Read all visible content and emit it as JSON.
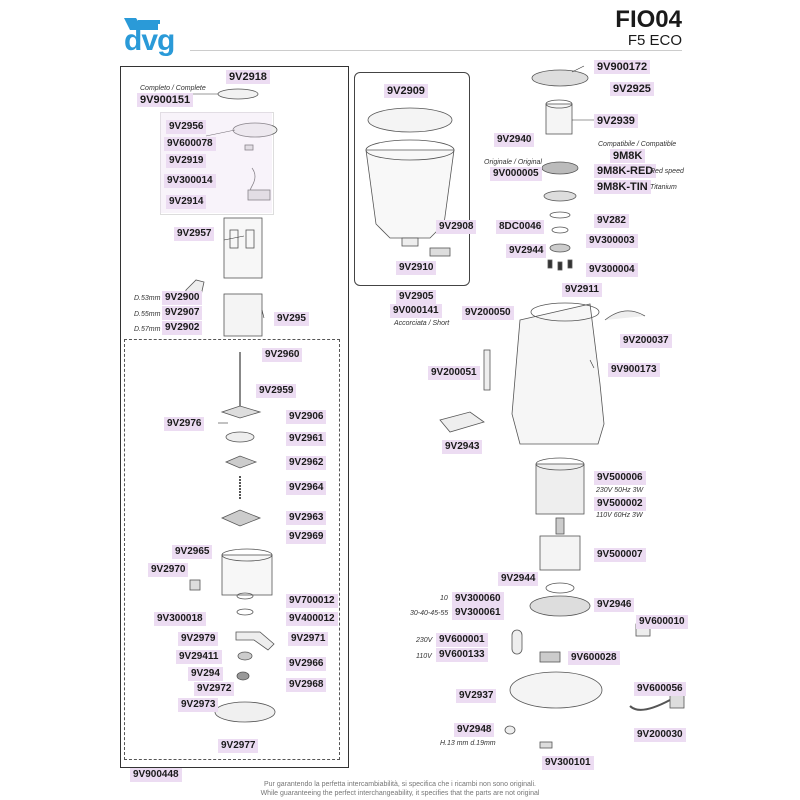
{
  "header": {
    "brand": "dvg",
    "model": "FIO04",
    "version": "F5 ECO"
  },
  "colors": {
    "accent": "#2a9ad8",
    "label_bg": "#ecdcf2",
    "line": "#333333"
  },
  "left_panel": {
    "labels": {
      "p9V2918": "9V2918",
      "complete_note": "Completo / Complete",
      "p9V900151": "9V900151",
      "p9V2956": "9V2956",
      "p9V600078": "9V600078",
      "p9V2919": "9V2919",
      "p9V300014": "9V300014",
      "p9V2914": "9V2914",
      "p9V2957": "9V2957",
      "d53": "D.53mm",
      "p9V2900": "9V2900",
      "d55": "D.55mm",
      "p9V2907": "9V2907",
      "d57": "D.57mm",
      "p9V2902": "9V2902",
      "p9V295": "9V295",
      "p9V2960": "9V2960",
      "p9V2959": "9V2959",
      "p9V2976": "9V2976",
      "p9V2906": "9V2906",
      "p9V2961": "9V2961",
      "p9V2962": "9V2962",
      "p9V2964": "9V2964",
      "p9V2963": "9V2963",
      "p9V2969": "9V2969",
      "p9V2965": "9V2965",
      "p9V2970": "9V2970",
      "p9V700012": "9V700012",
      "p9V300018": "9V300018",
      "p9V400012": "9V400012",
      "p9V2979": "9V2979",
      "p9V2971": "9V2971",
      "p9V29411": "9V29411",
      "p9V2966": "9V2966",
      "p9V294": "9V294",
      "p9V2972": "9V2972",
      "p9V2968": "9V2968",
      "p9V2973": "9V2973",
      "p9V2977": "9V2977",
      "p9V900448": "9V900448"
    }
  },
  "hopper_panel": {
    "labels": {
      "p9V2909": "9V2909",
      "p9V2908": "9V2908",
      "p9V2910": "9V2910",
      "p9V2905": "9V2905",
      "p9V000141": "9V000141",
      "short_note": "Accorciata / Short"
    }
  },
  "right_panel": {
    "labels": {
      "p9V900172": "9V900172",
      "p9V2925": "9V2925",
      "p9V2939": "9V2939",
      "p9V2940": "9V2940",
      "compat_note": "Compatibile / Compatible",
      "p9M8K": "9M8K",
      "original_note": "Originale / Original",
      "p9V000005": "9V000005",
      "p9M8K_RED": "9M8K-RED",
      "red_note": "Red speed",
      "p9M8K_TIN": "9M8K-TIN",
      "titanium_note": "Titanium",
      "p8DC0046": "8DC0046",
      "p9V282": "9V282",
      "p9V300003": "9V300003",
      "p9V2944a": "9V2944",
      "p9V300004": "9V300004",
      "p9V2911": "9V2911",
      "p9V200050": "9V200050",
      "p9V200037": "9V200037",
      "p9V200051": "9V200051",
      "p9V900173": "9V900173",
      "p9V2943": "9V2943",
      "p9V500006": "9V500006",
      "v230_note": "230V 50Hz 3W",
      "p9V500002": "9V500002",
      "v110_note": "110V 60Hz 3W",
      "p9V500007": "9V500007",
      "p9V2944b": "9V2944",
      "n10": "10",
      "p9V300060": "9V300060",
      "n30": "30-40-45-55",
      "p9V300061": "9V300061",
      "p9V2946": "9V2946",
      "p9V600010": "9V600010",
      "v230": "230V",
      "p9V600001": "9V600001",
      "v110": "110V",
      "p9V600133": "9V600133",
      "p9V600028": "9V600028",
      "p9V2937": "9V2937",
      "p9V600056": "9V600056",
      "p9V200030": "9V200030",
      "p9V2948": "9V2948",
      "h_note": "H.13 mm d.19mm",
      "p9V300101": "9V300101"
    }
  },
  "footer": {
    "line1": "Pur garantendo la perfetta intercambiabilità, si specifica che i ricambi non sono originali.",
    "line2": "While guaranteeing the perfect interchangeability, it specifies that the parts are not original"
  }
}
